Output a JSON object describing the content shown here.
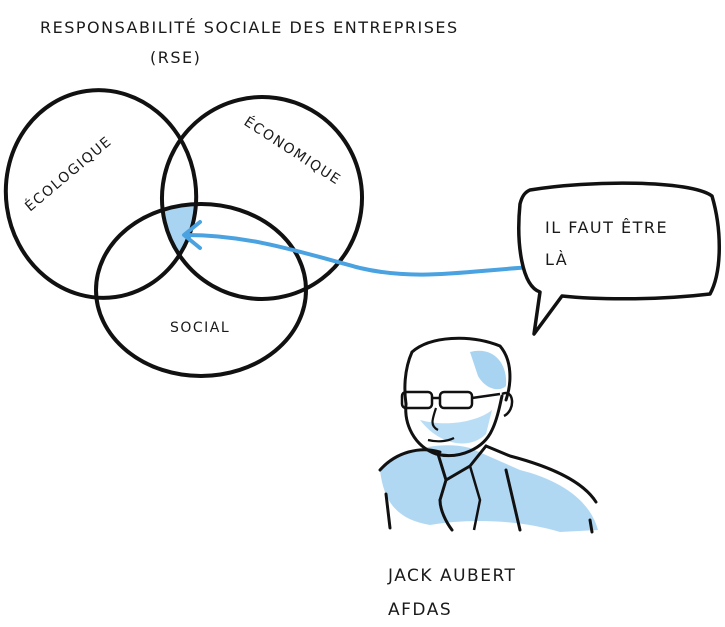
{
  "title": {
    "line1": "RESPONSABILITÉ SOCIALE DES ENTREPRISES",
    "line2": "(RSE)"
  },
  "venn": {
    "circles": [
      {
        "label": "ÉCOLOGIQUE"
      },
      {
        "label": "ÉCONOMIQUE"
      },
      {
        "label": "SOCIAL"
      }
    ],
    "highlight_color": "#a8d4f2"
  },
  "speech_bubble": {
    "line1": "IL FAUT ÊTRE",
    "line2": "LÀ"
  },
  "arrow_color": "#4aa3e0",
  "person": {
    "name": "JACK AUBERT",
    "organization": "AFDAS",
    "accent_color": "#a8d4f2"
  }
}
